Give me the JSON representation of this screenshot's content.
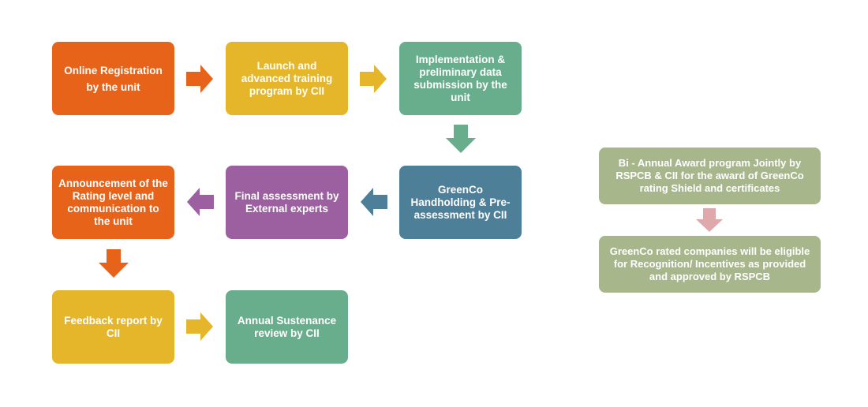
{
  "colors": {
    "orange": "#e8631a",
    "yellow": "#e5b62a",
    "teal": "#68ae8d",
    "steel": "#4d7f98",
    "purple": "#9c5fa0",
    "sage": "#a7b78b",
    "pink": "#dfa9ab"
  },
  "steps": [
    {
      "id": "online-registration",
      "text": "Online Registration by the unit",
      "color": "orange"
    },
    {
      "id": "launch-training",
      "text": "Launch and advanced training program by CII",
      "color": "yellow"
    },
    {
      "id": "implementation",
      "text": "Implementation & preliminary data submission by the unit",
      "color": "teal"
    },
    {
      "id": "handholding",
      "text": "GreenCo Handholding & Pre-assessment by CII",
      "color": "steel"
    },
    {
      "id": "final-assessment",
      "text": "Final assessment by External experts",
      "color": "purple"
    },
    {
      "id": "announcement",
      "text": "Announcement of the Rating level and communication to the unit",
      "color": "orange"
    },
    {
      "id": "feedback-report",
      "text": "Feedback report by CII",
      "color": "yellow"
    },
    {
      "id": "annual-sustenance",
      "text": "Annual Sustenance review by CII",
      "color": "teal"
    }
  ],
  "side_steps": [
    {
      "id": "bi-annual-award",
      "text": "Bi - Annual Award program Jointly by RSPCB & CII for the award of GreenCo rating Shield and certificates",
      "color": "sage"
    },
    {
      "id": "rated-companies",
      "text": "GreenCo rated companies will be eligible for Recognition/ Incentives as provided and approved by RSPCB",
      "color": "sage"
    }
  ]
}
